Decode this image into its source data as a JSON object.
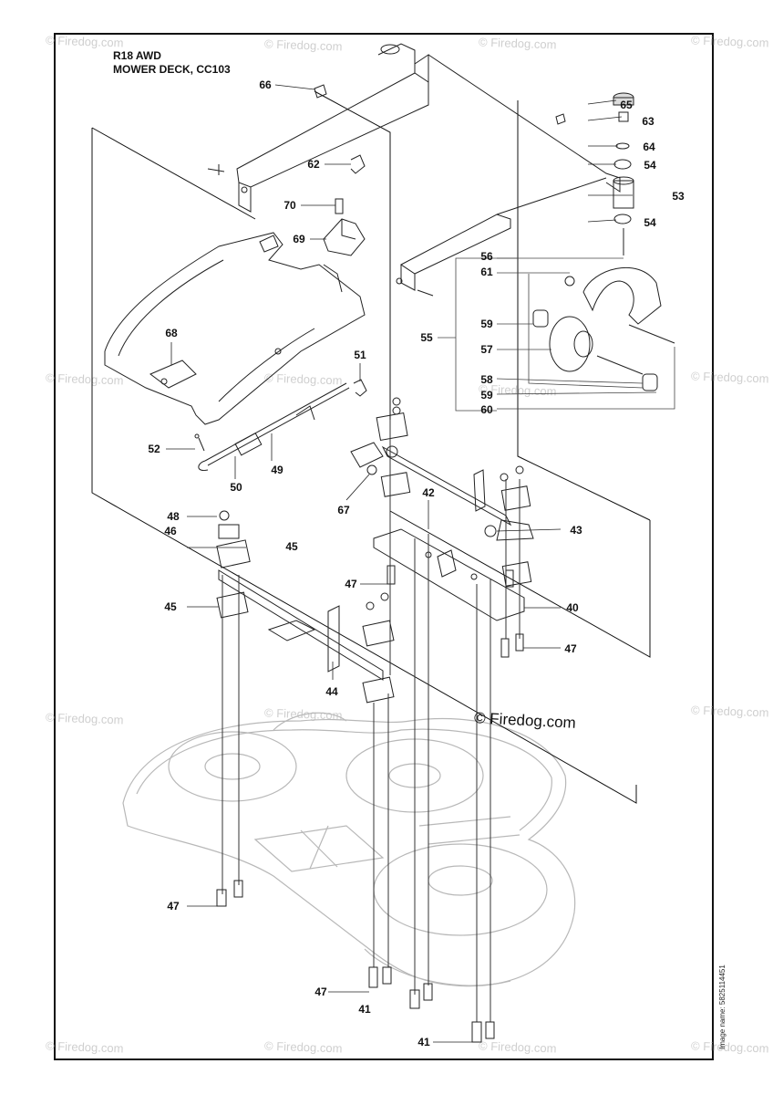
{
  "header": {
    "model": "R18 AWD",
    "section": "MOWER DECK, CC103"
  },
  "watermark": {
    "text": "Firedog.com",
    "copyright": "Firedog.com",
    "copyright_symbol": "©"
  },
  "image_name": "Image name: 5825114451",
  "labels": [
    {
      "id": "l66",
      "text": "66"
    },
    {
      "id": "l65",
      "text": "65"
    },
    {
      "id": "l63",
      "text": "63"
    },
    {
      "id": "l64",
      "text": "64"
    },
    {
      "id": "l54a",
      "text": "54"
    },
    {
      "id": "l53",
      "text": "53"
    },
    {
      "id": "l54b",
      "text": "54"
    },
    {
      "id": "l62",
      "text": "62"
    },
    {
      "id": "l70",
      "text": "70"
    },
    {
      "id": "l69",
      "text": "69"
    },
    {
      "id": "l56",
      "text": "56"
    },
    {
      "id": "l61",
      "text": "61"
    },
    {
      "id": "l59",
      "text": "59"
    },
    {
      "id": "l55",
      "text": "55"
    },
    {
      "id": "l57",
      "text": "57"
    },
    {
      "id": "l58",
      "text": "58"
    },
    {
      "id": "l59b",
      "text": "59"
    },
    {
      "id": "l60",
      "text": "60"
    },
    {
      "id": "l68",
      "text": "68"
    },
    {
      "id": "l51",
      "text": "51"
    },
    {
      "id": "l52",
      "text": "52"
    },
    {
      "id": "l49",
      "text": "49"
    },
    {
      "id": "l50",
      "text": "50"
    },
    {
      "id": "l67",
      "text": "67"
    },
    {
      "id": "l42",
      "text": "42"
    },
    {
      "id": "l43",
      "text": "43"
    },
    {
      "id": "l48",
      "text": "48"
    },
    {
      "id": "l46",
      "text": "46"
    },
    {
      "id": "l45a",
      "text": "45"
    },
    {
      "id": "l45b",
      "text": "45"
    },
    {
      "id": "l47a",
      "text": "47"
    },
    {
      "id": "l40",
      "text": "40"
    },
    {
      "id": "l47b",
      "text": "47"
    },
    {
      "id": "l44",
      "text": "44"
    },
    {
      "id": "l47c",
      "text": "47"
    },
    {
      "id": "l47d",
      "text": "47"
    },
    {
      "id": "l41a",
      "text": "41"
    },
    {
      "id": "l41b",
      "text": "41"
    }
  ]
}
